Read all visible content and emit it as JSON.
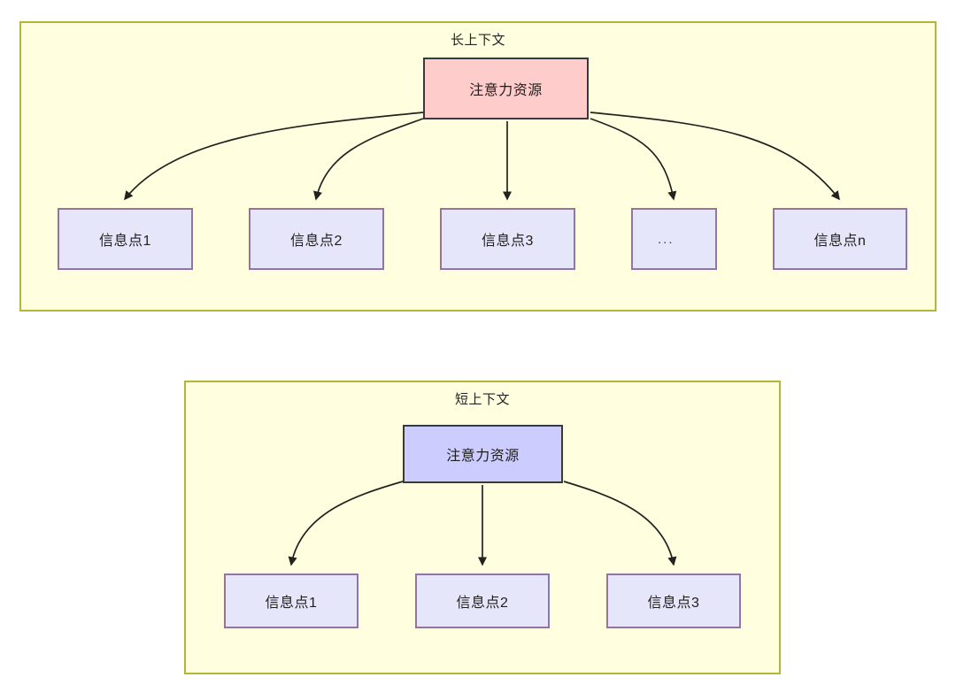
{
  "diagram": {
    "title_visible": false,
    "palette": {
      "panel_fill": "#ffffe0",
      "panel_border": "#b5b536",
      "attention_long_fill": "#ffcccc",
      "attention_short_fill": "#ccccff",
      "node_fill": "#e6e6fa",
      "node_border": "#9673a6",
      "edge_color": "#23221f",
      "text_color": "#1e1e1e",
      "background": "#ffffff"
    },
    "panels": [
      {
        "id": "long-context",
        "title": "长上下文",
        "root": {
          "label": "注意力资源"
        },
        "children": [
          {
            "label": "信息点1"
          },
          {
            "label": "信息点2"
          },
          {
            "label": "信息点3"
          },
          {
            "label": "..."
          },
          {
            "label": "信息点n"
          }
        ]
      },
      {
        "id": "short-context",
        "title": "短上下文",
        "root": {
          "label": "注意力资源"
        },
        "children": [
          {
            "label": "信息点1"
          },
          {
            "label": "信息点2"
          },
          {
            "label": "信息点3"
          }
        ]
      }
    ]
  }
}
